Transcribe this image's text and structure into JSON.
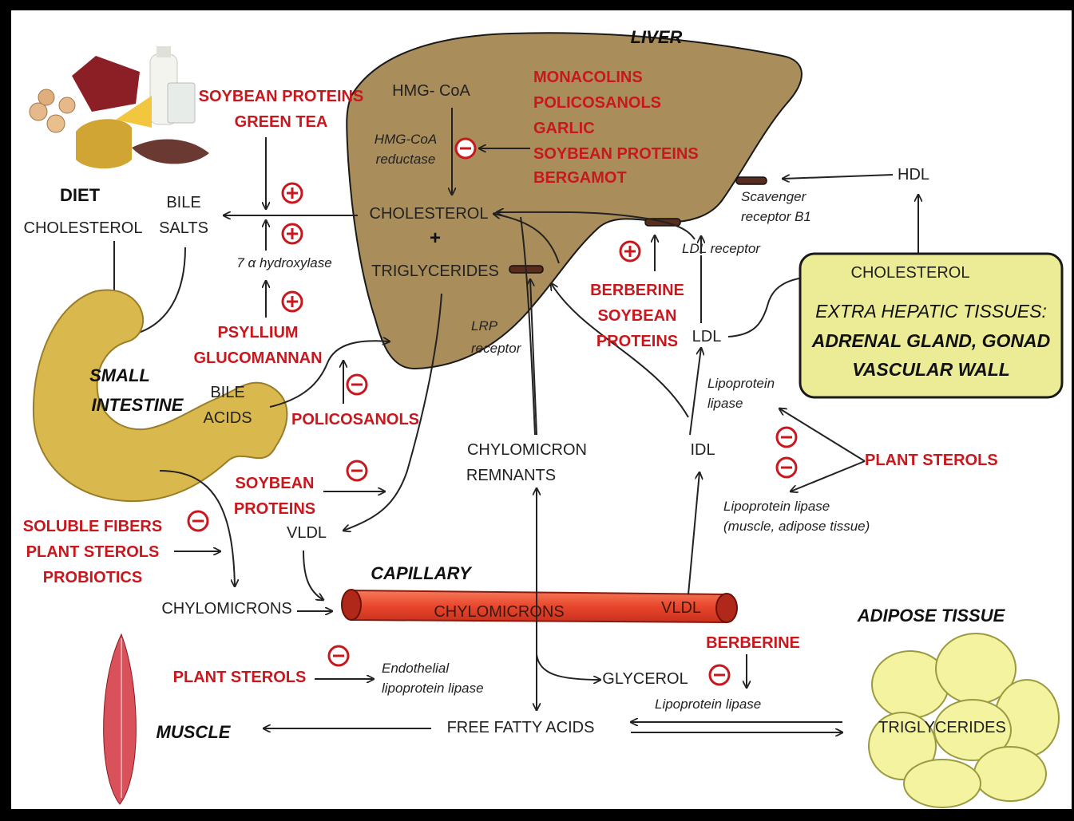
{
  "organs": {
    "liver": "LIVER",
    "small_intestine": [
      "SMALL",
      "INTESTINE"
    ],
    "capillary": "CAPILLARY",
    "adipose": "ADIPOSE TISSUE",
    "muscle": "MUSCLE",
    "diet": "DIET"
  },
  "liver_labels": {
    "hmgcoa": "HMG- CoA",
    "reductase": [
      "HMG-CoA",
      "reductase"
    ],
    "cholesterol": "CHOLESTEROL",
    "plus": "+",
    "triglycerides": "TRIGLYCERIDES",
    "inhibitors": [
      "MONACOLINS",
      "POLICOSANOLS",
      "GARLIC",
      "SOYBEAN PROTEINS",
      "BERGAMOT"
    ]
  },
  "receptors": {
    "scavenger": [
      "Scavenger",
      "receptor B1"
    ],
    "ldl_receptor": "LDL receptor",
    "lrp": [
      "LRP",
      "receptor"
    ]
  },
  "diet_labels": {
    "cholesterol": "CHOLESTEROL",
    "bile_salts": [
      "BILE",
      "SALTS"
    ],
    "bile_acids": [
      "BILE",
      "ACIDS"
    ],
    "hydroxylase": "7 α hydroxylase"
  },
  "agents": {
    "soy_green": [
      "SOYBEAN PROTEINS",
      "GREEN TEA"
    ],
    "psyllium": [
      "PSYLLIUM",
      "GLUCOMANNAN"
    ],
    "policosanols": "POLICOSANOLS",
    "soybean_proteins": [
      "SOYBEAN",
      "PROTEINS"
    ],
    "fibers": [
      "SOLUBLE FIBERS",
      "PLANT STEROLS",
      "PROBIOTICS"
    ],
    "plant_sterols_muscle": "PLANT STEROLS",
    "berberine_soy": [
      "BERBERINE",
      "SOYBEAN",
      "PROTEINS"
    ],
    "plant_sterols_right": "PLANT STEROLS",
    "berberine": "BERBERINE"
  },
  "lipoproteins": {
    "hdl": "HDL",
    "ldl": "LDL",
    "idl": "IDL",
    "vldl": "VLDL",
    "chylomicrons": "CHYLOMICRONS",
    "chylo_remnants": [
      "CHYLOMICRON",
      "REMNANTS"
    ],
    "capillary_chylo": "CHYLOMICRONS",
    "capillary_vldl": "VLDL",
    "glycerol": "GLYCEROL",
    "ffa": "FREE FATTY ACIDS",
    "adipose_tg": "TRIGLYCERIDES"
  },
  "enzymes": {
    "lpl": [
      "Lipoprotein",
      "lipase"
    ],
    "lpl_muscle": [
      "Lipoprotein lipase",
      "(muscle, adipose tissue)"
    ],
    "endothelial": [
      "Endothelial",
      "lipoprotein lipase"
    ],
    "lpl_adipose": "Lipoprotein lipase"
  },
  "extrahepatic": {
    "cholesterol": "CHOLESTEROL",
    "lines": [
      "EXTRA HEPATIC TISSUES:",
      "ADRENAL GLAND, GONAD",
      "VASCULAR WALL"
    ]
  },
  "colors": {
    "liver": "#a98d5a",
    "intestine": "#d9b94e",
    "red_text": "#c8181e",
    "capillary": "#f05a3c",
    "extrahepatic_box": "#ecec96",
    "adipose_cells": "#f3f3a0"
  }
}
